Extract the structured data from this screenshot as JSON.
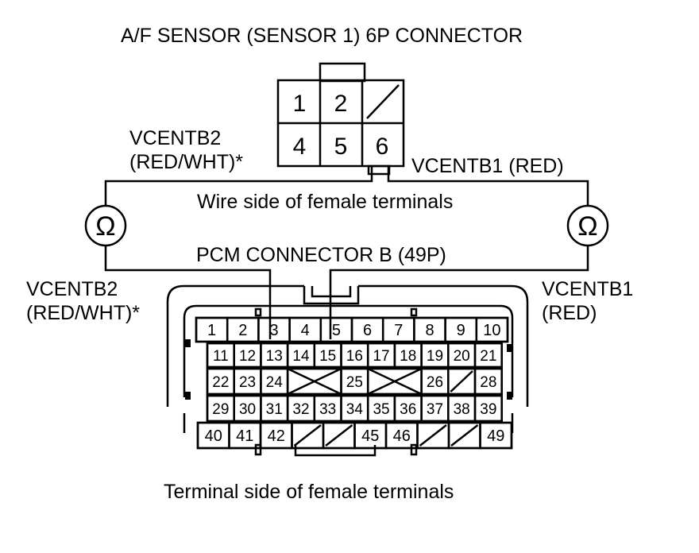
{
  "title": "A/F SENSOR (SENSOR 1) 6P CONNECTOR",
  "sensor_connector": {
    "top_row": [
      "1",
      "2",
      ""
    ],
    "bottom_row": [
      "4",
      "5",
      "6"
    ]
  },
  "left_wire_label_top": "VCENTB2",
  "left_wire_label_bottom": "(RED/WHT)*",
  "right_wire_label": "VCENTB1 (RED)",
  "wire_side_caption": "Wire side of female terminals",
  "ohm_symbol": "Ω",
  "pcm_title": "PCM CONNECTOR B (49P)",
  "pcm_left_label_top": "VCENTB2",
  "pcm_left_label_bottom": "(RED/WHT)*",
  "pcm_right_label_top": "VCENTB1",
  "pcm_right_label_bottom": "(RED)",
  "pcm_rows": [
    [
      "1",
      "2",
      "3",
      "4",
      "5",
      "6",
      "7",
      "8",
      "9",
      "10"
    ],
    [
      "11",
      "12",
      "13",
      "14",
      "15",
      "16",
      "17",
      "18",
      "19",
      "20",
      "21"
    ],
    [
      "22",
      "23",
      "24",
      "25",
      "26",
      "28"
    ],
    [
      "29",
      "30",
      "31",
      "32",
      "33",
      "34",
      "35",
      "36",
      "37",
      "38",
      "39"
    ],
    [
      "40",
      "41",
      "42",
      "45",
      "46",
      "49"
    ]
  ],
  "terminal_side_caption": "Terminal side of female terminals"
}
